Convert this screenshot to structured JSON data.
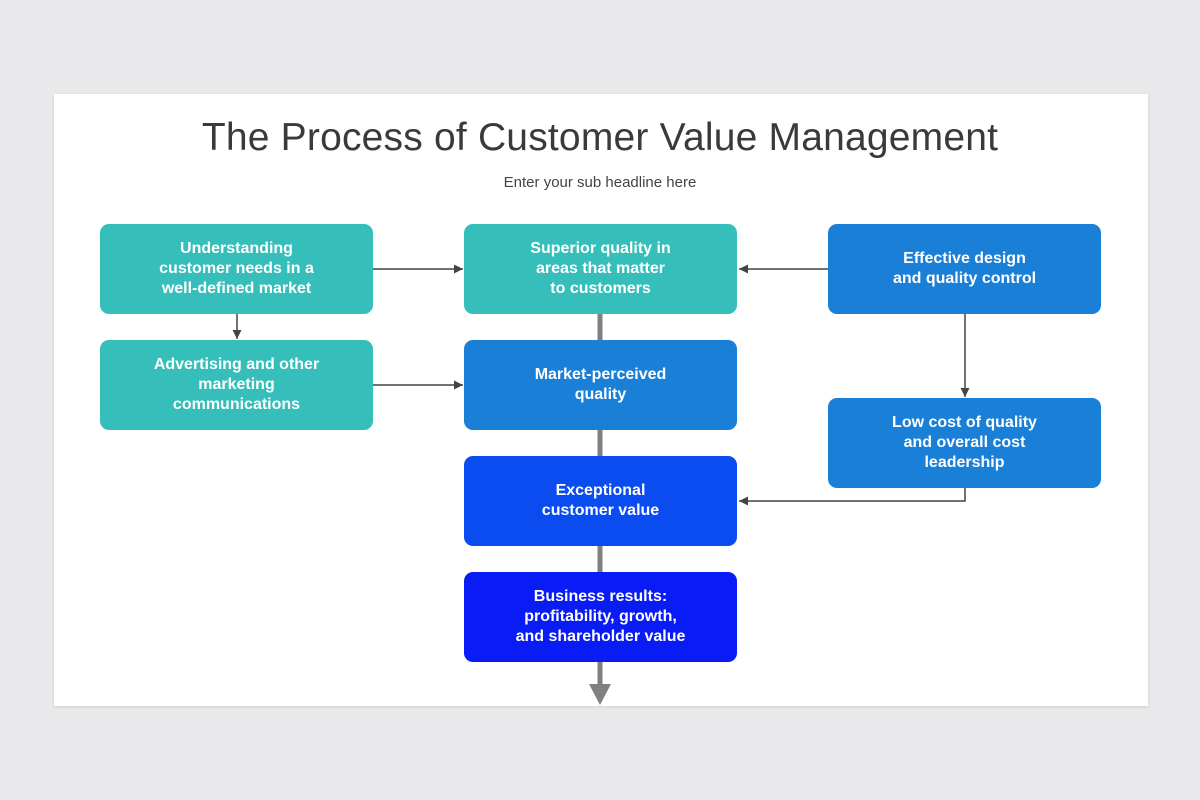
{
  "header": {
    "title": "The Process of Customer Value Management",
    "subtitle": "Enter your sub headline here"
  },
  "colors": {
    "teal": "#36bfba",
    "blue": "#1a7fd6",
    "deep_blue": "#0a4cf0",
    "royal_blue": "#0a1cf5",
    "connector": "#444444",
    "spine": "#808080"
  },
  "nodes": {
    "understanding": "Understanding\ncustomer needs in a\nwell-defined market",
    "advertising": "Advertising and other\nmarketing\ncommunications",
    "superior": "Superior quality in\nareas that matter\nto customers",
    "market_perceived": "Market-perceived\nquality",
    "exceptional": "Exceptional\ncustomer value",
    "business": "Business results:\nprofitability, growth,\nand shareholder value",
    "effective": "Effective design\nand quality control",
    "low_cost": "Low cost of quality\nand overall cost\nleadership"
  }
}
